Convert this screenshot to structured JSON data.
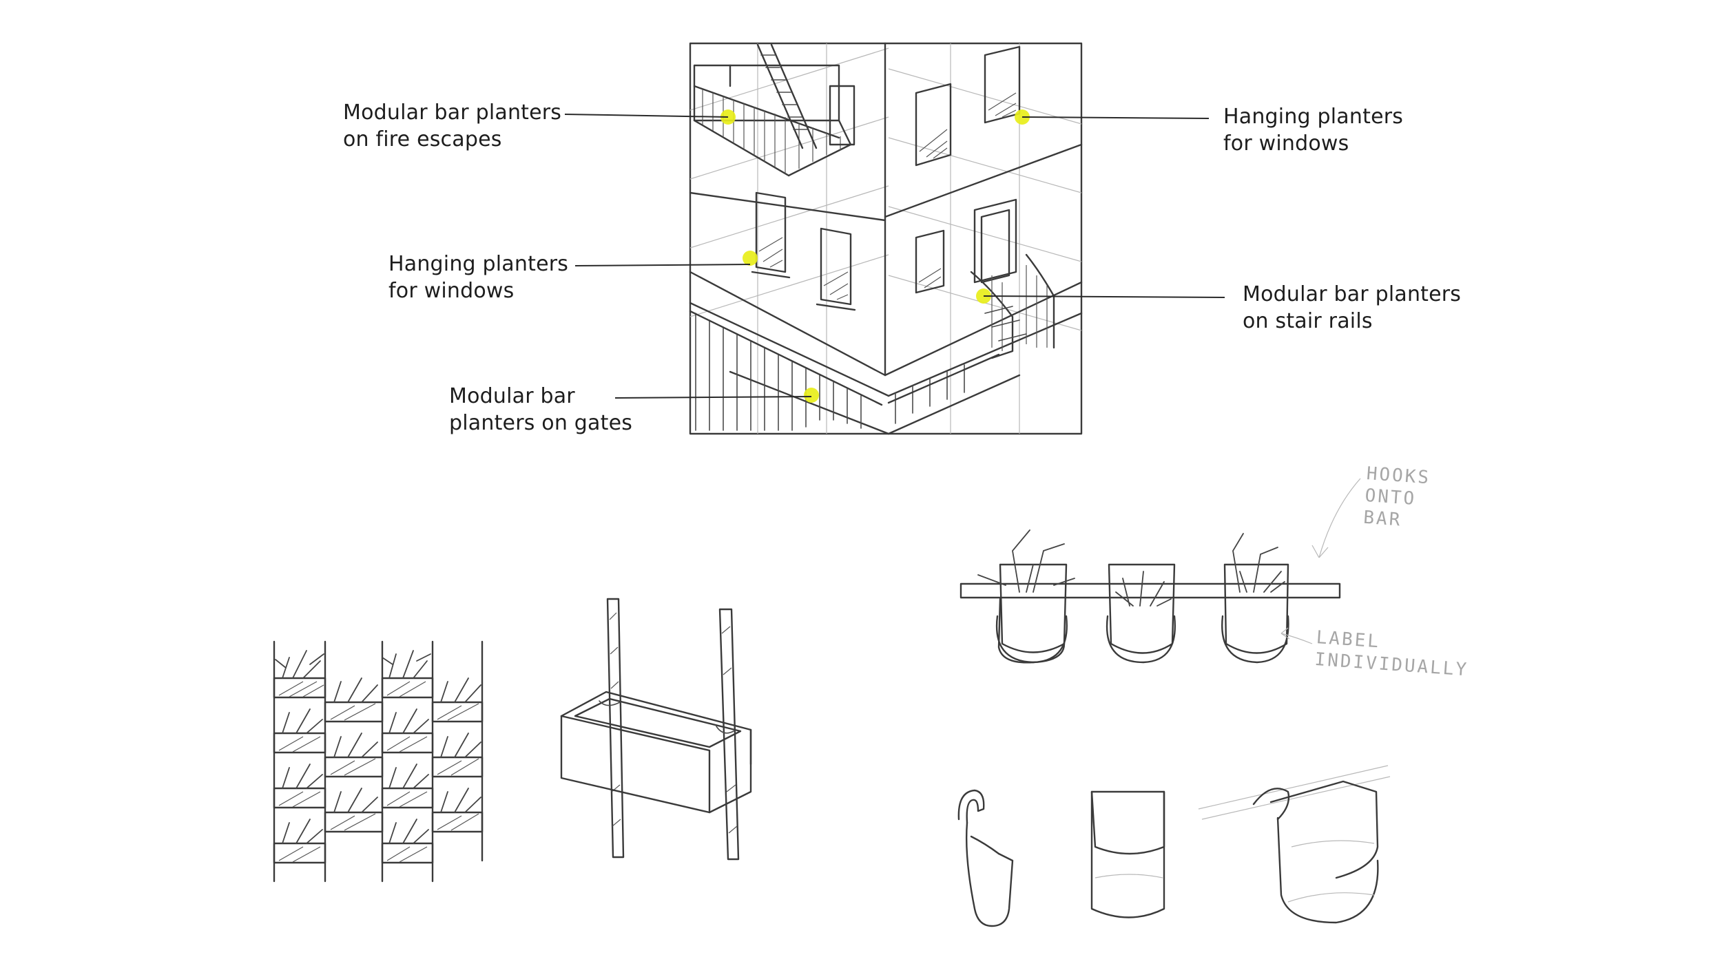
{
  "callouts": {
    "fire_escapes": [
      "Modular bar planters",
      "on fire escapes"
    ],
    "windows_upper": [
      "Hanging planters",
      "for windows"
    ],
    "windows_left": [
      "Hanging planters",
      "for windows"
    ],
    "stair_rails": [
      "Modular bar planters",
      "on stair rails"
    ],
    "gates": [
      "Modular bar",
      "planters on gates"
    ]
  },
  "notes": {
    "hooks_onto_bar": [
      "HOOKS",
      "ONTO",
      "BAR"
    ],
    "label_individually": [
      "LABEL",
      "INDIVIDUALLY"
    ]
  },
  "colors": {
    "highlight": "#e8ee1a",
    "ink": "#3a3a3a",
    "pencil_light": "#b8b8b8"
  }
}
